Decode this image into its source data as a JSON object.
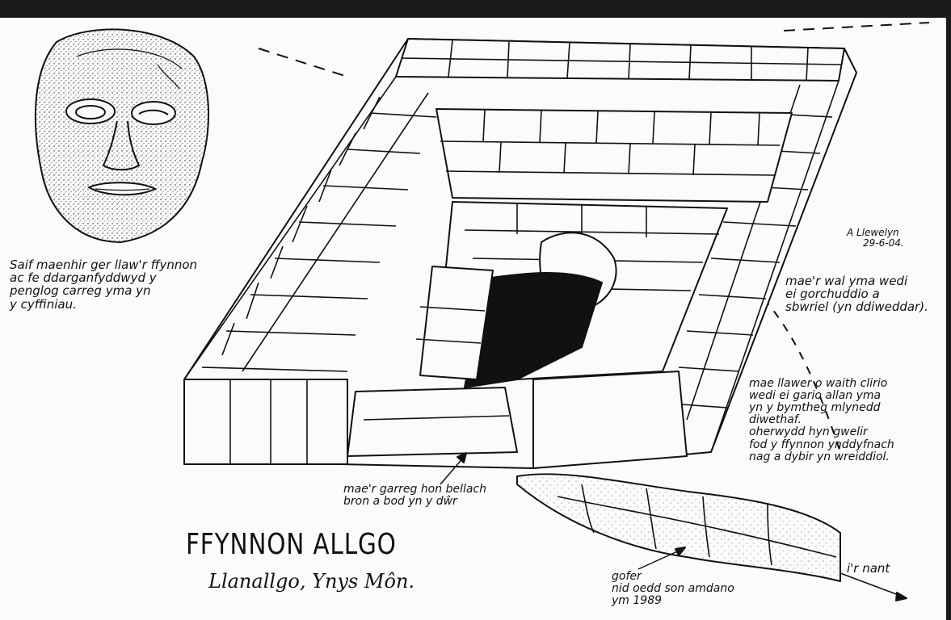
{
  "colors": {
    "ink": "#111111",
    "paper": "#fbfbf9"
  },
  "title": "FFYNNON ALLGO",
  "subtitle": "Llanallgo, Ynys Môn.",
  "signature": {
    "name": "A Llewelyn",
    "date": "29-6-04."
  },
  "annotations": {
    "head_note": [
      "Saif maenhir ger llaw'r ffynnon",
      "ac fe ddarganfyddwyd y",
      "penglog carreg yma yn",
      "y cyffiniau."
    ],
    "wall_note": [
      "mae'r wal yma wedi",
      "ei gorchuddio a",
      "sbwriel (yn ddiweddar)."
    ],
    "clearing_note": [
      "mae llawer o waith clirio",
      "wedi ei gario allan yma",
      "yn y bymtheg mlynedd",
      "diwethaf.",
      "oherwydd hyn gwelir",
      "fod y ffynnon ynddyfnach",
      "nag a dybir yn wreiddiol."
    ],
    "stone_note": [
      "mae'r garreg hon bellach",
      "bron a bod yn y dŵr"
    ],
    "drain_note": [
      "gofer",
      "nid oedd son amdano",
      "ym 1989"
    ],
    "stream_note": "i'r nant"
  },
  "icons": [
    "carved-stone-head-icon",
    "well-chamber-drawing"
  ]
}
